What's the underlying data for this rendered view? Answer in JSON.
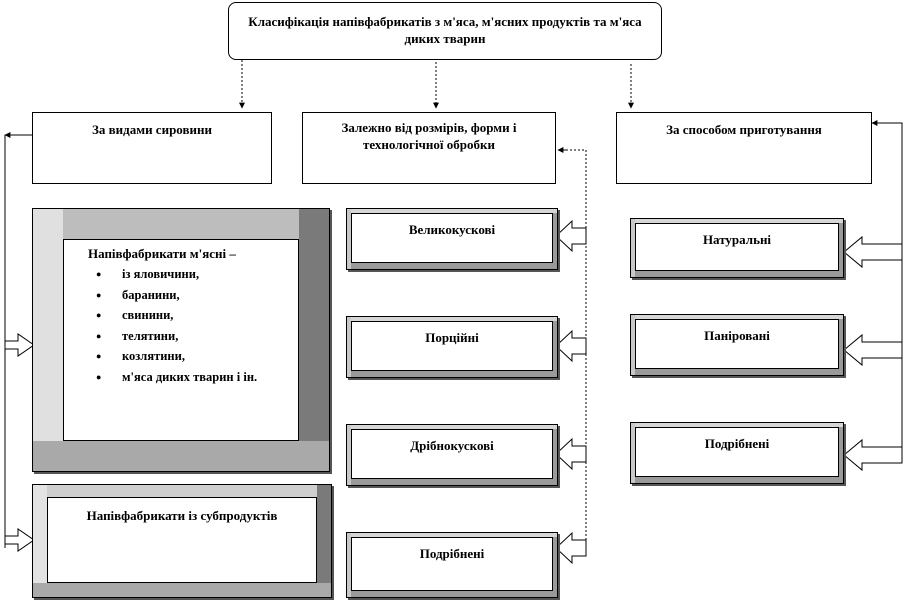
{
  "title": "Класифікація напівфабрикатів з м'яса, м'ясних продуктів та м'яса диких тварин",
  "categories": [
    {
      "label": "За видами сировини"
    },
    {
      "label": "Залежно від розмірів, форми і технологічної обробки"
    },
    {
      "label": "За способом приготування"
    }
  ],
  "raw_material": {
    "meat_title": "Напівфабрикати м'ясні –",
    "meat_items": [
      "із яловичини,",
      "баранини,",
      "свинини,",
      "телятини,",
      "козлятини,",
      "м'яса диких тварин і ін."
    ],
    "offal": "Напівфабрикати із субпродуктів"
  },
  "size_types": [
    "Великокускові",
    "Порційні",
    "Дрібнокускові",
    "Подрібнені"
  ],
  "cooking_types": [
    "Натуральні",
    "Паніровані",
    "Подрібнені"
  ]
}
